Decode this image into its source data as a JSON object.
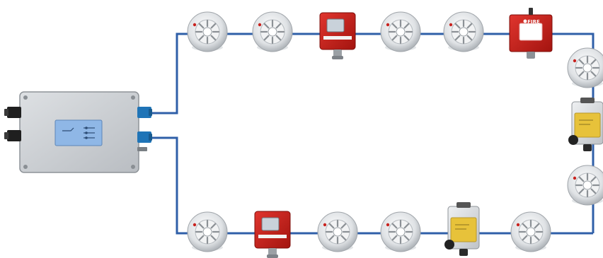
{
  "diagram": {
    "colors": {
      "wire": "#2f5fa8",
      "panel_body": "#c9cdd1",
      "panel_screen": "#8fb7e6",
      "gland_blue": "#1f74b7",
      "gland_black": "#222222",
      "detector_body": "#e6e8ea",
      "call_point_red": "#c8231f",
      "module_yellow": "#e7c23a",
      "module_housing": "#d9dcdf"
    },
    "panel": {
      "name": "control-panel"
    },
    "loop_devices": [
      {
        "type": "smoke-detector"
      },
      {
        "type": "smoke-detector"
      },
      {
        "type": "manual-call-point"
      },
      {
        "type": "smoke-detector"
      },
      {
        "type": "smoke-detector"
      },
      {
        "type": "fire-alarm-call-point",
        "label": "FIRE"
      },
      {
        "type": "smoke-detector"
      },
      {
        "type": "interface-module"
      },
      {
        "type": "smoke-detector"
      },
      {
        "type": "smoke-detector"
      },
      {
        "type": "interface-module"
      },
      {
        "type": "smoke-detector"
      },
      {
        "type": "smoke-detector"
      },
      {
        "type": "manual-call-point"
      },
      {
        "type": "smoke-detector"
      }
    ],
    "fire_label": "FIRE"
  }
}
